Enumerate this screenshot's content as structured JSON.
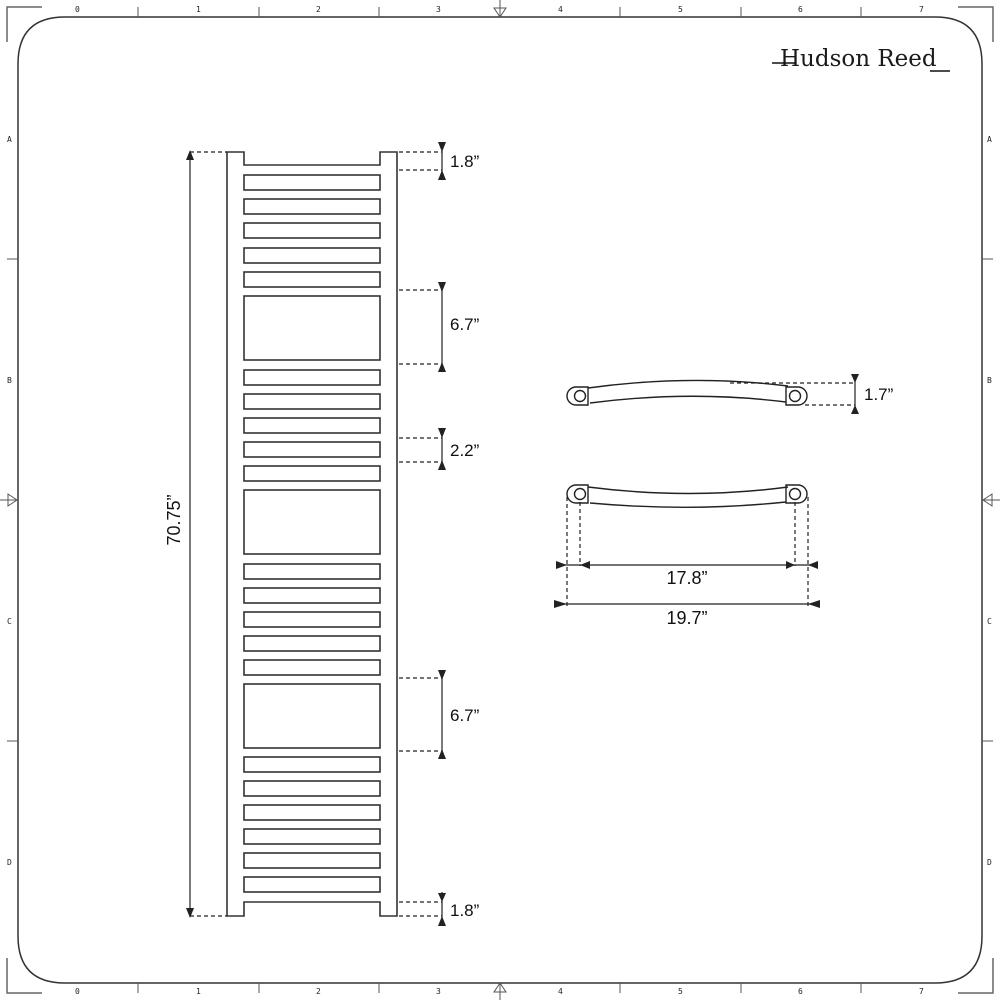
{
  "brand": {
    "name": "Hudson Reed"
  },
  "border": {
    "top_ticks": [
      "0",
      "1",
      "2",
      "3",
      "4",
      "5",
      "6",
      "7"
    ],
    "bottom_ticks": [
      "0",
      "1",
      "2",
      "3",
      "4",
      "5",
      "6",
      "7"
    ],
    "left_ticks": [
      "A",
      "B",
      "C",
      "D"
    ],
    "right_ticks": [
      "A",
      "B",
      "C",
      "D"
    ]
  },
  "front_view": {
    "total_height": "70.75”",
    "top_gap": "1.8”",
    "upper_gap": "6.7”",
    "bar_spacing": "2.2”",
    "lower_gap": "6.7”",
    "bottom_gap": "1.8”",
    "bar_groups": [
      5,
      5,
      5,
      6
    ]
  },
  "top_view": {
    "depth": "1.7”"
  },
  "side_view": {
    "centers_width": "17.8”",
    "overall_width": "19.7”"
  },
  "colors": {
    "line": "#222222",
    "frame": "#555555",
    "background": "#ffffff"
  }
}
